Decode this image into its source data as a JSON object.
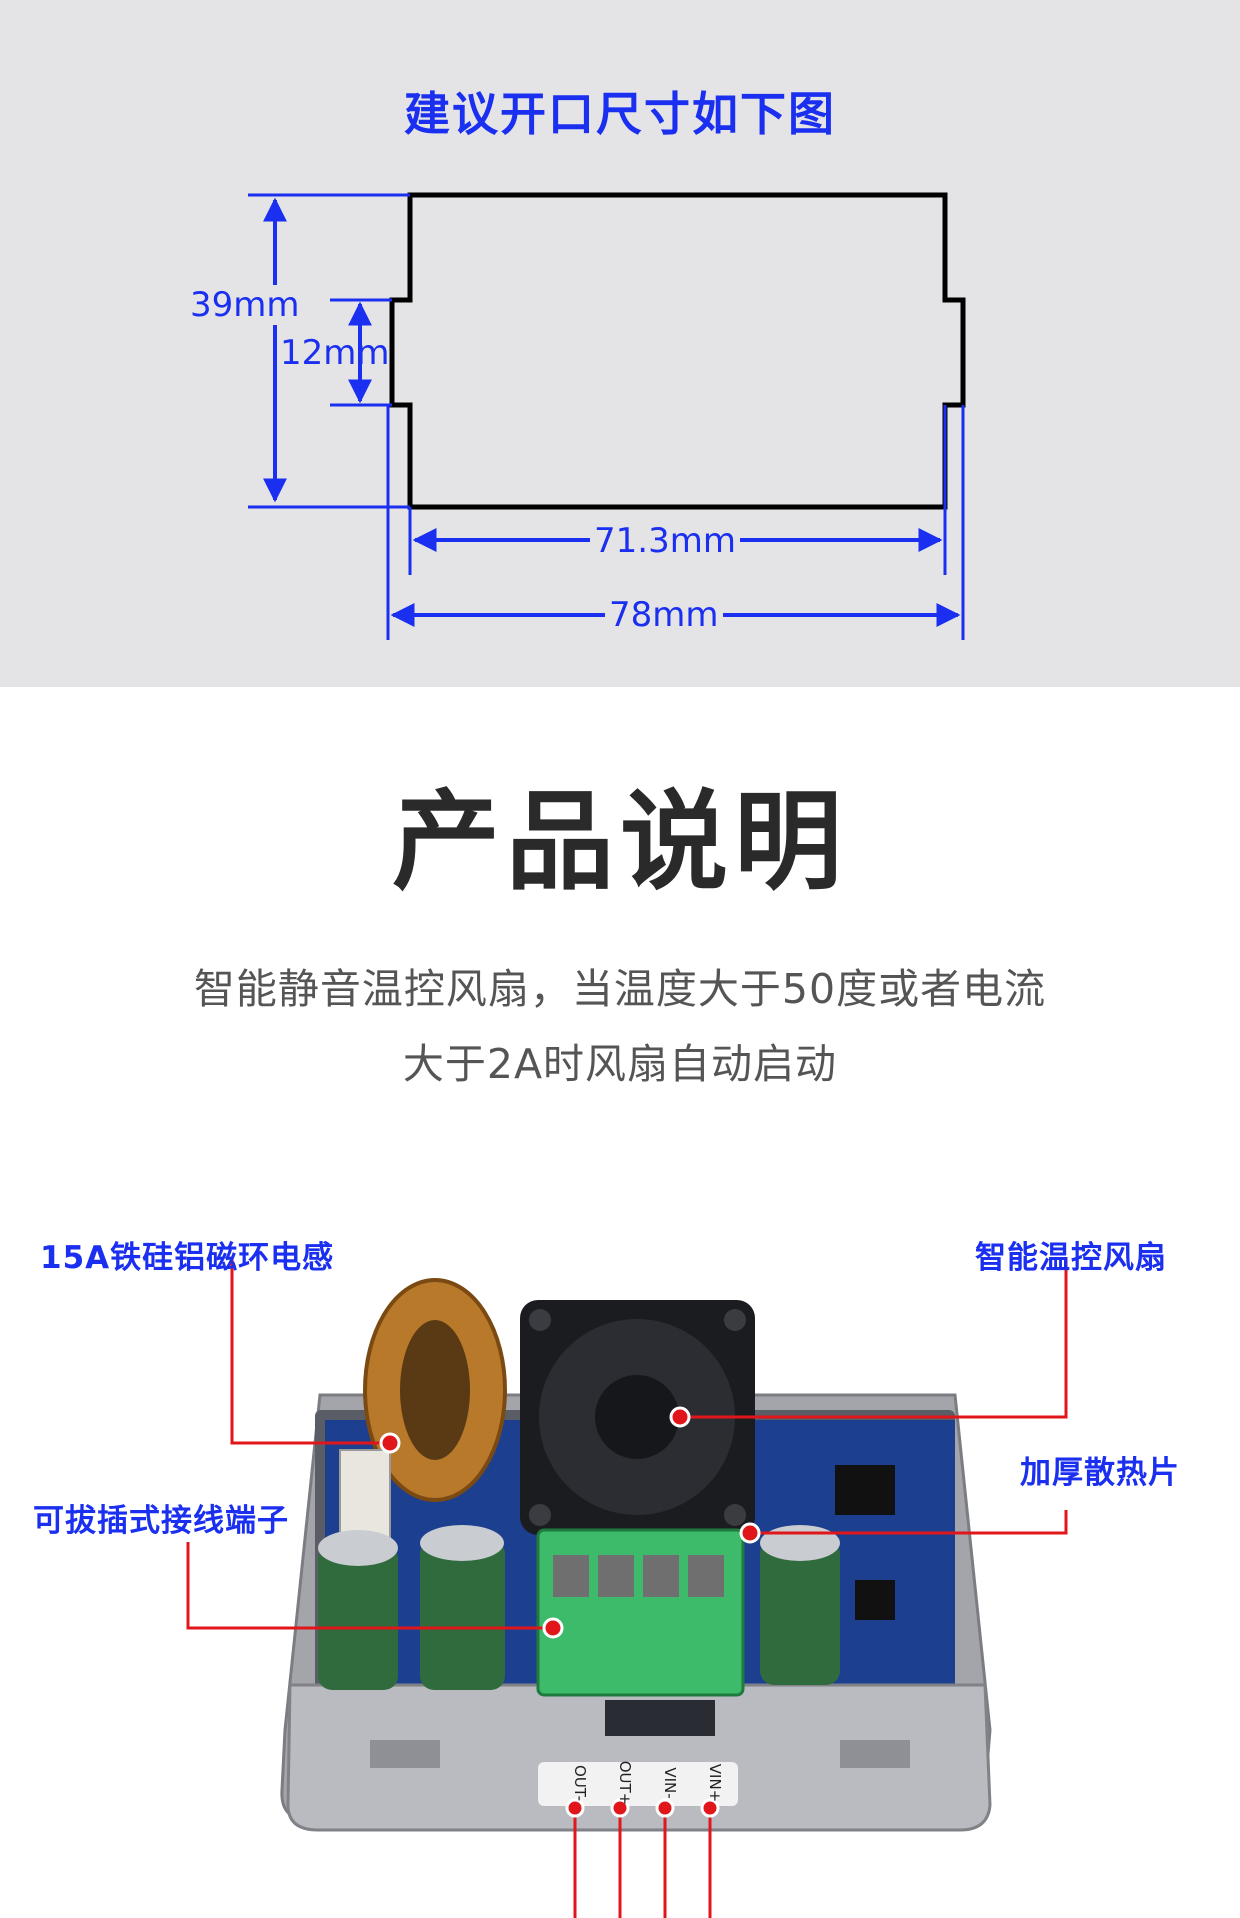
{
  "diagram": {
    "title": "建议开口尺寸如下图",
    "dimensions": {
      "height_total": "39mm",
      "height_tab": "12mm",
      "width_inner": "71.3mm",
      "width_outer": "78mm"
    },
    "colors": {
      "dimension": "#1a2ff0",
      "outline": "#000000",
      "background": "#e4e4e6"
    }
  },
  "product": {
    "heading": "产品说明",
    "desc_line1": "智能静音温控风扇，当温度大于50度或者电流",
    "desc_line2": "大于2A时风扇自动启动"
  },
  "photo": {
    "callouts": {
      "inductor": "15A铁硅铝磁环电感",
      "fan": "智能温控风扇",
      "heatsink": "加厚散热片",
      "terminal": "可拔插式接线端子"
    },
    "terminal_labels": [
      "OUT-",
      "OUT+",
      "VIN-",
      "VIN+"
    ],
    "colors": {
      "callout_line": "#e0161b",
      "pcb": "#1d3f8f",
      "terminal": "#3dbb6a"
    }
  }
}
